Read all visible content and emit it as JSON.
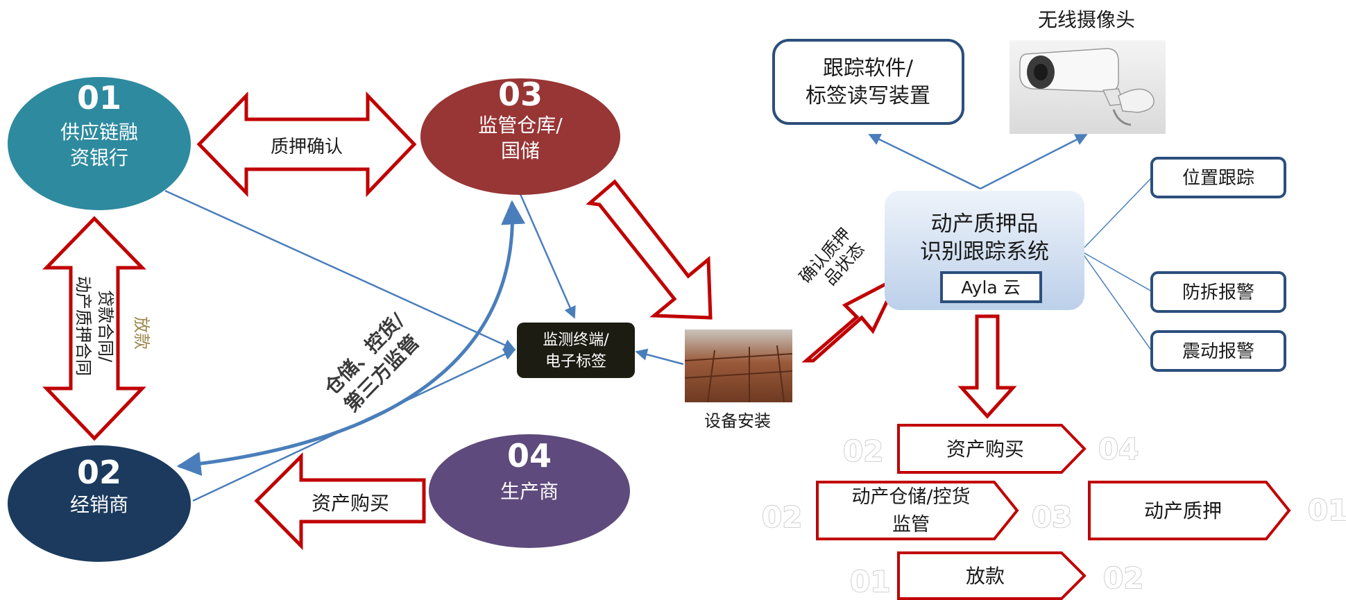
{
  "nodes": {
    "bank": {
      "num": "01",
      "line1": "供应链融",
      "line2": "资银行",
      "color": "#2e8a9f"
    },
    "dealer": {
      "num": "02",
      "line1": "经销商",
      "color": "#1b3a5e"
    },
    "warehouse": {
      "num": "03",
      "line1": "监管仓库/",
      "line2": "国储",
      "color": "#983535"
    },
    "producer": {
      "num": "04",
      "line1": "生产商",
      "color": "#5e4a7c"
    }
  },
  "arrows": {
    "pledge_confirm": "质押确认",
    "contract_line1": "贷款合同/",
    "contract_line2": "动产质押合同",
    "loan": "放款",
    "asset_purchase": "资产购买",
    "storage_line1": "仓储、控货/",
    "storage_line2": "第三方监管",
    "confirm_status_line1": "确认质押",
    "confirm_status_line2": "品状态"
  },
  "terminal": {
    "line1": "监测终端/",
    "line2": "电子标签"
  },
  "install": {
    "label": "设备安装"
  },
  "system": {
    "line1": "动产质押品",
    "line2": "识别跟踪系统",
    "cloud": "Ayla 云"
  },
  "tracking": {
    "line1": "跟踪软件/",
    "line2": "标签读写装置"
  },
  "camera": {
    "label": "无线摄像头"
  },
  "features": [
    "位置跟踪",
    "防拆报警",
    "震动报警"
  ],
  "flow": [
    {
      "before": "02",
      "label": "资产购买",
      "after": "04"
    },
    {
      "before": "02",
      "label_line1": "动产仓储/控货",
      "label_line2": "监管",
      "mid": "03"
    },
    {
      "label": "动产质押",
      "after": "01"
    },
    {
      "before": "01",
      "label": "放款",
      "after": "02"
    }
  ],
  "colors": {
    "red": "#c00000",
    "blue_line": "#4a7ebb",
    "box_border": "#2c4f7c"
  }
}
